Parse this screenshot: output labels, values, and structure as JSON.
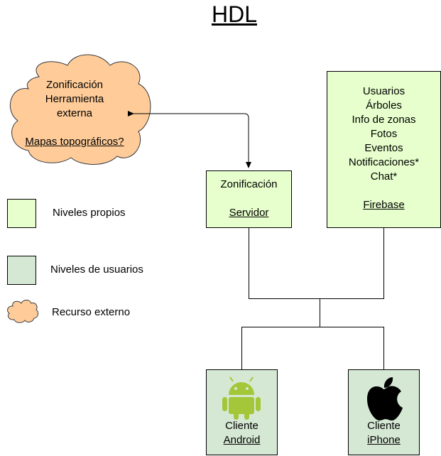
{
  "title": "HDL",
  "external": {
    "lines": [
      "Zonificación",
      "Herramienta",
      "externa"
    ],
    "link": "Mapas topográficos?"
  },
  "zonificacion": {
    "title": "Zonificación",
    "link": "Servidor"
  },
  "firebase": {
    "lines": [
      "Usuarios",
      "Árboles",
      "Info de zonas",
      "Fotos",
      "Eventos",
      "Notificaciones*",
      "Chat*"
    ],
    "link": "Firebase"
  },
  "android": {
    "line": "Cliente",
    "link": "Android"
  },
  "iphone": {
    "line": "Cliente",
    "link": "iPhone"
  },
  "legend": {
    "own": "Niveles propios",
    "users": "Niveles de usuarios",
    "external": "Recurso externo"
  },
  "colors": {
    "own_fill": "#e6ffcc",
    "users_fill": "#d5e8d4",
    "cloud_fill": "#ffcc99",
    "stroke": "#000000",
    "android_green": "#a4c639",
    "apple_black": "#000000"
  }
}
